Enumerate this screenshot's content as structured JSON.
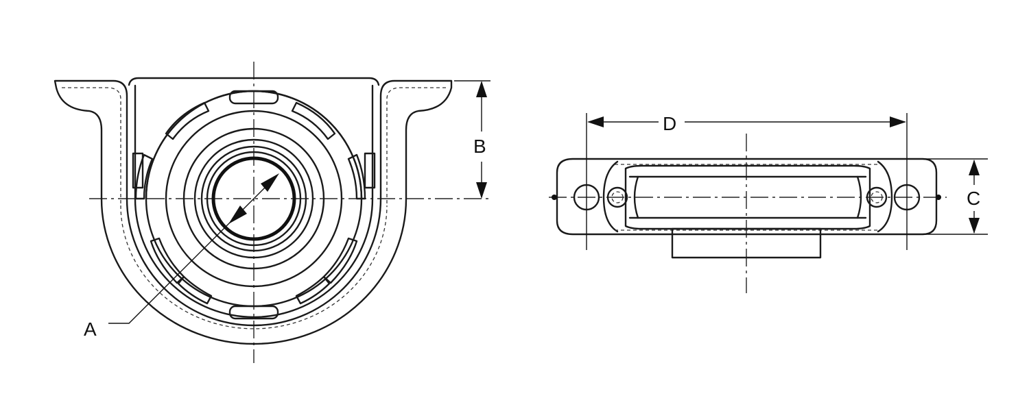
{
  "dimension_labels": {
    "a": "A",
    "b": "B",
    "c": "C",
    "d": "D"
  },
  "colors": {
    "line": "#1a1a1a",
    "background": "#ffffff"
  }
}
